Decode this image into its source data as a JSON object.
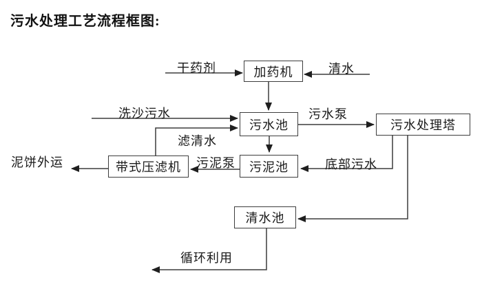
{
  "title": "污水处理工艺流程框图:",
  "colors": {
    "background": "#ffffff",
    "line": "#3c3c3c",
    "text": "#1a1a1a"
  },
  "diagram": {
    "nodes": {
      "dosing_machine": {
        "label": "加药机"
      },
      "sewage_pool": {
        "label": "污水池"
      },
      "treatment_tower": {
        "label": "污水处理塔"
      },
      "belt_filter_press": {
        "label": "带式压滤机"
      },
      "sludge_pool": {
        "label": "污泥池"
      },
      "clear_water_pool": {
        "label": "清水池"
      }
    },
    "edge_labels": {
      "dry_chemical": "干药剂",
      "clear_water": "清水",
      "sand_washing_sewage": "洗沙污水",
      "sewage_pump": "污水泵",
      "filtered_water": "滤清水",
      "mud_cake_out": "泥饼外运",
      "sludge_pump": "污泥泵",
      "bottom_sewage": "底部污水",
      "recycle_use": "循环利用"
    },
    "flows": [
      {
        "from": "外部",
        "to": "加药机",
        "label": "干药剂"
      },
      {
        "from": "外部",
        "to": "加药机",
        "label": "清水"
      },
      {
        "from": "加药机",
        "to": "污水池",
        "label": ""
      },
      {
        "from": "外部",
        "to": "污水池",
        "label": "洗沙污水"
      },
      {
        "from": "带式压滤机",
        "to": "污水池",
        "label": "滤清水"
      },
      {
        "from": "污水池",
        "to": "污水处理塔",
        "label": "污水泵"
      },
      {
        "from": "污水池",
        "to": "污泥池",
        "label": ""
      },
      {
        "from": "污水处理塔",
        "to": "污泥池",
        "label": "底部污水"
      },
      {
        "from": "污泥池",
        "to": "带式压滤机",
        "label": "污泥泵"
      },
      {
        "from": "带式压滤机",
        "to": "外运",
        "label": "泥饼外运"
      },
      {
        "from": "污水处理塔",
        "to": "清水池",
        "label": ""
      },
      {
        "from": "清水池",
        "to": "回用",
        "label": "循环利用"
      }
    ]
  }
}
